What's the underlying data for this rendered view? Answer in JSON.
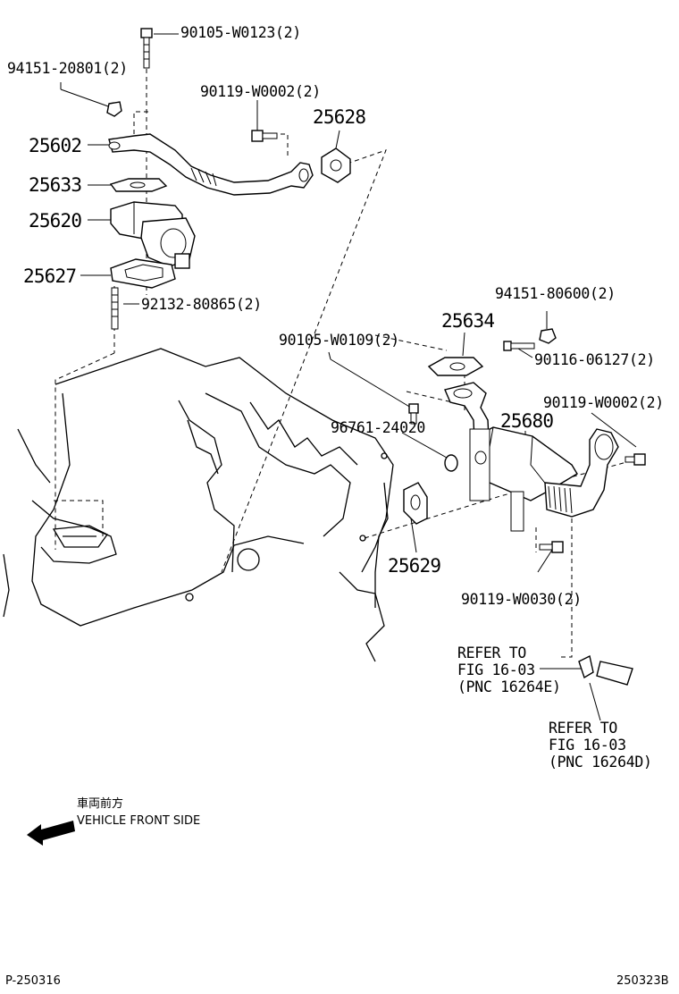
{
  "callouts": {
    "c1": "90105-W0123(2)",
    "c2": "94151-20801(2)",
    "c3": "90119-W0002(2)",
    "c4": "25628",
    "c5": "25602",
    "c6": "25633",
    "c7": "25620",
    "c8": "25627",
    "c9": "92132-80865(2)",
    "c10": "94151-80600(2)",
    "c11": "25634",
    "c12": "90105-W0109(2)",
    "c13": "90116-06127(2)",
    "c14": "90119-W0002(2)",
    "c15": "96761-24020",
    "c16": "25680",
    "c17": "25629",
    "c18": "90119-W0030(2)"
  },
  "refer_a": {
    "l1": "REFER TO",
    "l2": "FIG 16-03",
    "l3": "(PNC 16264E)"
  },
  "refer_b": {
    "l1": "REFER TO",
    "l2": "FIG 16-03",
    "l3": "(PNC 16264D)"
  },
  "direction": {
    "jp": "車両前方",
    "en": "VEHICLE FRONT SIDE"
  },
  "footer": {
    "left": "P-250316",
    "right": "250323B"
  }
}
